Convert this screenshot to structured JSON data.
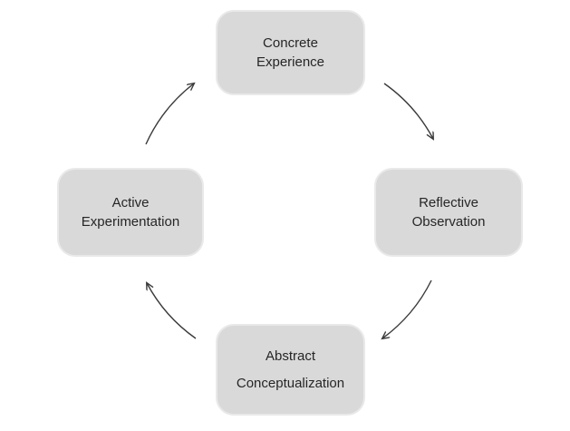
{
  "diagram": {
    "type": "cycle",
    "nodes": [
      {
        "id": "concrete-experience",
        "position": "top",
        "line1": "Concrete",
        "line2": "Experience"
      },
      {
        "id": "reflective-observation",
        "position": "right",
        "line1": "Reflective",
        "line2": "Observation"
      },
      {
        "id": "abstract-conceptualization",
        "position": "bottom",
        "line1": "Abstract",
        "line2": "Conceptualization"
      },
      {
        "id": "active-experimentation",
        "position": "left",
        "line1": "Active",
        "line2": "Experimentation"
      }
    ],
    "edges": [
      {
        "from": "concrete-experience",
        "to": "reflective-observation"
      },
      {
        "from": "reflective-observation",
        "to": "abstract-conceptualization"
      },
      {
        "from": "abstract-conceptualization",
        "to": "active-experimentation"
      },
      {
        "from": "active-experimentation",
        "to": "concrete-experience"
      }
    ],
    "colors": {
      "background": "#ffffff",
      "node_fill": "#d9d9d9",
      "node_border": "#e9e9e9",
      "text": "#262626",
      "arrow": "#3a3a3a"
    }
  }
}
